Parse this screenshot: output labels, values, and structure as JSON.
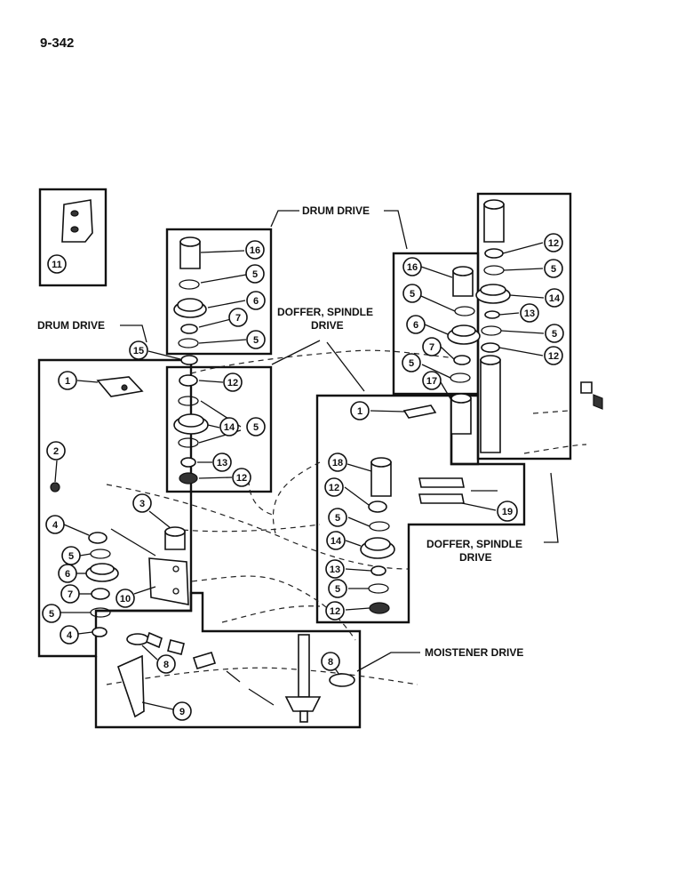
{
  "page_number": "9-342",
  "labels": {
    "drum_drive_top": "DRUM DRIVE",
    "drum_drive_left": "DRUM DRIVE",
    "doffer_spindle_center_1": "DOFFER, SPINDLE",
    "doffer_spindle_center_2": "DRIVE",
    "doffer_spindle_right_1": "DOFFER, SPINDLE",
    "doffer_spindle_right_2": "DRIVE",
    "moistener_drive": "MOISTENER DRIVE"
  },
  "callouts": {
    "c11": "11",
    "c16a": "16",
    "c5a": "5",
    "c6a": "6",
    "c7a": "7",
    "c5b": "5",
    "c15": "15",
    "c12a": "12",
    "c14a": "14",
    "c5c": "5",
    "c13a": "13",
    "c12b": "12",
    "c1a": "1",
    "c2": "2",
    "c3": "3",
    "c4a": "4",
    "c5d": "5",
    "c6b": "6",
    "c10": "10",
    "c7b": "7",
    "c5e": "5",
    "c4b": "4",
    "c8a": "8",
    "c9": "9",
    "c8b": "8",
    "c16b": "16",
    "c5f": "5",
    "c6c": "6",
    "c7c": "7",
    "c5g": "5",
    "c17": "17",
    "c12c": "12",
    "c5h": "5",
    "c14b": "14",
    "c13b": "13",
    "c5i": "5",
    "c12d": "12",
    "c1b": "1",
    "c18": "18",
    "c12e": "12",
    "c5j": "5",
    "c14c": "14",
    "c13c": "13",
    "c5k": "5",
    "c12f": "12",
    "c19": "19"
  }
}
